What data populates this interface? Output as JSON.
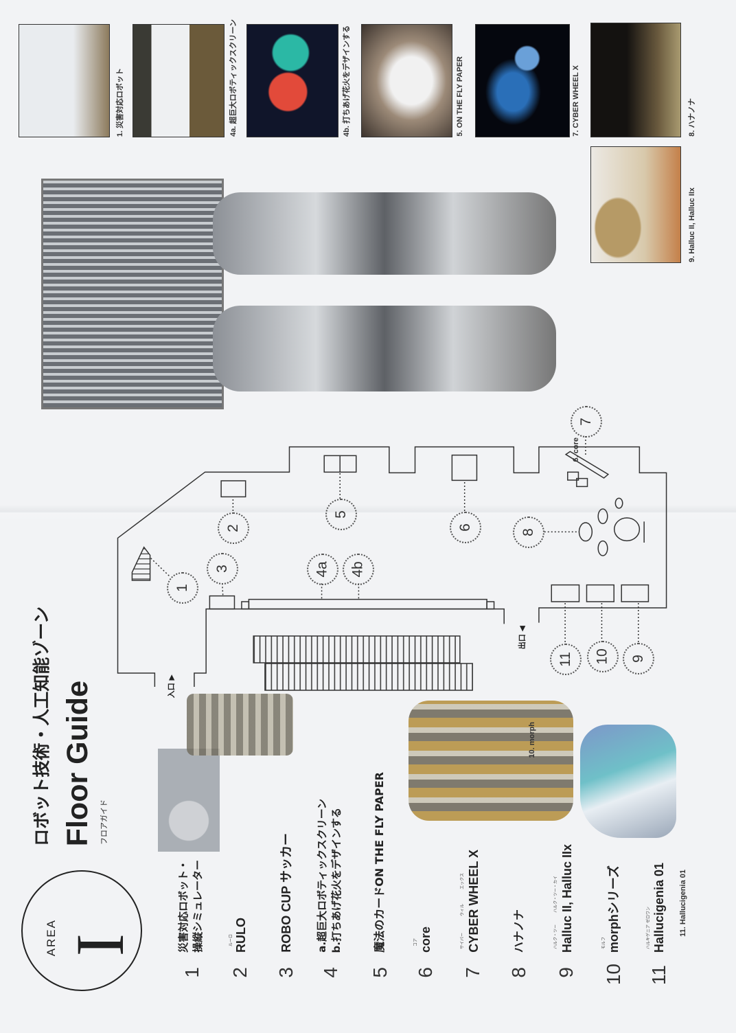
{
  "header": {
    "area_label": "AREA",
    "area_numeral": "I",
    "zone_title": "ロボット技術・人工知能ゾーン",
    "title": "Floor Guide",
    "subtitle": "フロアガイド"
  },
  "exhibits": [
    {
      "num": "1",
      "lines": [
        "災害対応ロボット・",
        "操縦シミュレーター"
      ]
    },
    {
      "num": "2",
      "ruby": "ルーロ",
      "lines": [
        "RULO"
      ]
    },
    {
      "num": "3",
      "lines": [
        "ROBO CUP サッカー"
      ]
    },
    {
      "num": "4",
      "lines": [
        "a.超巨大ロボティックスクリーン",
        "b.打ちあげ花火をデザインする"
      ]
    },
    {
      "num": "5",
      "lines": [
        "魔法のカードON THE FLY PAPER"
      ]
    },
    {
      "num": "6",
      "ruby": "コア",
      "lines": [
        "core"
      ]
    },
    {
      "num": "7",
      "ruby": [
        "サイバー",
        "ウィル",
        "エックス"
      ],
      "lines": [
        "CYBER WHEEL X"
      ]
    },
    {
      "num": "8",
      "lines": [
        "ハナノナ"
      ]
    },
    {
      "num": "9",
      "ruby": [
        "ハルク・ツー",
        "ハルク・ツー・カイ"
      ],
      "lines": [
        "Halluc II, Halluc IIx"
      ]
    },
    {
      "num": "10",
      "ruby": "モルフ",
      "lines": [
        "morphシリーズ"
      ]
    },
    {
      "num": "11",
      "ruby": [
        "ハルキゲニア",
        "ゼロワン"
      ],
      "lines": [
        "Hallucigenia 01"
      ]
    }
  ],
  "map": {
    "entrance": "入口 ▶",
    "exit": "出口 ◀",
    "markers": [
      "1",
      "2",
      "3",
      "4a",
      "4b",
      "5",
      "6",
      "7",
      "8",
      "9",
      "10",
      "11"
    ]
  },
  "photos": {
    "thumb_1": "1. 災害対応ロボット",
    "thumb_4a": "4a. 超巨大ロボティックスクリーン",
    "thumb_4b": "4b. 打ちあげ花火をデザインする",
    "thumb_5": "5. ON THE FLY PAPER",
    "thumb_7": "7. CYBER WHEEL X",
    "thumb_8": "8. ハナノナ",
    "thumb_9": "9. Halluc II, Halluc IIx",
    "core": "6. core",
    "morph": "10. morph",
    "hallucigenia": "11. Hallucigenia 01"
  },
  "colors": {
    "ink": "#222222",
    "paper": "#f2f3f5"
  }
}
